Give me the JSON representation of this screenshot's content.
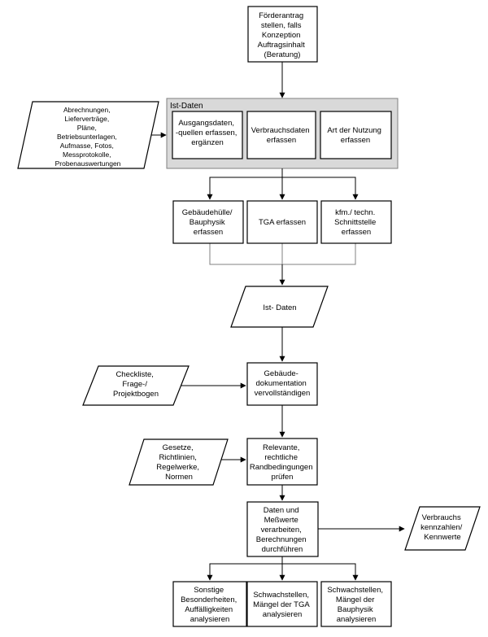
{
  "nodes": {
    "foerderantrag": {
      "lines": [
        "Förderantrag",
        "stellen, falls",
        "Konzeption",
        "Auftragsinhalt",
        "(Beratung)"
      ]
    },
    "ist_daten_group": {
      "label": "Ist-Daten"
    },
    "ausgangsdaten": {
      "lines": [
        "Ausgangsdaten,",
        "-quellen erfassen,",
        "ergänzen"
      ]
    },
    "verbrauchsdaten": {
      "lines": [
        "Verbrauchsdaten",
        "erfassen"
      ]
    },
    "art_der_nutzung": {
      "lines": [
        "Art der Nutzung",
        "erfassen"
      ]
    },
    "abrechnungen": {
      "lines": [
        "Abrechnungen,",
        "Lieferverträge,",
        "Pläne,",
        "Betriebsunterlagen,",
        "Aufmasse, Fotos,",
        "Messprotokolle,",
        "Probenauswertungen"
      ]
    },
    "gebaeudehuelle": {
      "lines": [
        "Gebäudehülle/",
        "Bauphysik",
        "erfassen"
      ]
    },
    "tga": {
      "lines": [
        "TGA erfassen"
      ]
    },
    "kfm": {
      "lines": [
        "kfm./ techn.",
        "Schnittstelle",
        "erfassen"
      ]
    },
    "ist_daten_io": {
      "lines": [
        "Ist- Daten"
      ]
    },
    "checkliste": {
      "lines": [
        "Checkliste,",
        "Frage-/",
        "Projektbogen"
      ]
    },
    "gebaeudedoku": {
      "lines": [
        "Gebäude-",
        "dokumentation",
        "vervollständigen"
      ]
    },
    "gesetze": {
      "lines": [
        "Gesetze,",
        "Richtlinien,",
        "Regelwerke,",
        "Normen"
      ]
    },
    "rechtliche": {
      "lines": [
        "Relevante,",
        "rechtliche",
        "Randbedingungen",
        "prüfen"
      ]
    },
    "daten_messwerte": {
      "lines": [
        "Daten und",
        "Meßwerte",
        "verarbeiten,",
        "Berechnungen",
        "durchführen"
      ]
    },
    "verbrauchskennzahlen": {
      "lines": [
        "Verbrauchs",
        "kennzahlen/",
        "Kennwerte"
      ]
    },
    "sonstige": {
      "lines": [
        "Sonstige",
        "Besonderheiten,",
        "Auffälligkeiten",
        "analysieren"
      ]
    },
    "schwach_tga": {
      "lines": [
        "Schwachstellen,",
        "Mängel der TGA",
        "analysieren"
      ]
    },
    "schwach_bauphysik": {
      "lines": [
        "Schwachstellen,",
        "Mängel der",
        "Bauphysik",
        "analysieren"
      ]
    }
  }
}
